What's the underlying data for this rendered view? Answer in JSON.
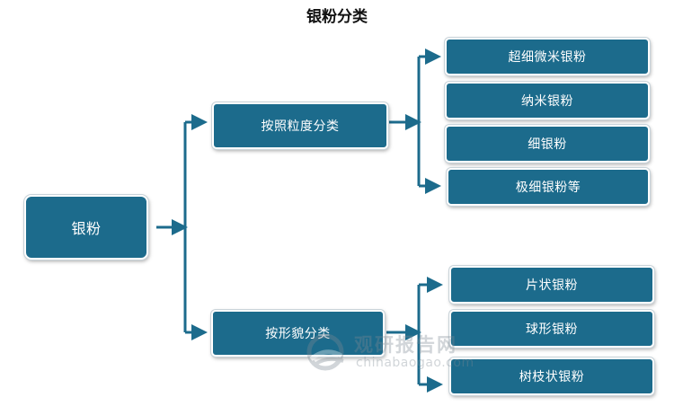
{
  "title": "银粉分类",
  "colors": {
    "node_fill": "#1c6b8c",
    "arrow": "#1c6b8c",
    "watermark": "#7d8a93"
  },
  "root": {
    "label": "银粉"
  },
  "branches": [
    {
      "label": "按照粒度分类",
      "children": [
        "超细微米银粉",
        "纳米银粉",
        "细银粉",
        "极细银粉等"
      ]
    },
    {
      "label": "按形貌分类",
      "children": [
        "片状银粉",
        "球形银粉",
        "树枝状银粉"
      ]
    }
  ],
  "watermark": {
    "name": "观研报告网",
    "domain": "chinabaogao.com"
  }
}
